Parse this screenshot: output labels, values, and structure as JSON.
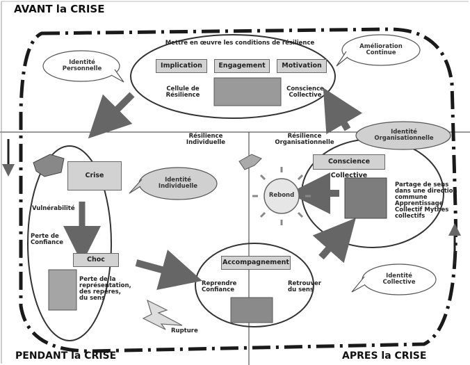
{
  "sections": {
    "before": "AVANT la CRISE",
    "during": "PENDANT la CRISE",
    "after": "APRES la CRISE"
  },
  "top": {
    "heading": "Mettre en œuvre les conditions de résilience",
    "buttons": [
      "Implication",
      "Engagement",
      "Motivation"
    ],
    "cellule": "Cellule de Résilience",
    "conscience": "Conscience Collective"
  },
  "bubbles": {
    "identite_personnelle": "Identité Personnelle",
    "amelioration": "Amélioration Continue",
    "identite_individuelle": "Identité Individuelle",
    "identite_organisationnelle": "Identité Organisationnelle",
    "identite_collective": "Identité Collective"
  },
  "middle": {
    "resilience_individuelle": "Résilience Individuelle",
    "resilience_organisationnelle": "Résilience Organisationnelle"
  },
  "left": {
    "crise": "Crise",
    "vulnerabilite": "Vulnérabilité",
    "perte_confiance": "Perte de Confiance",
    "choc": "Choc",
    "perte_representation": "Perte de la représentation, des repères, du sens",
    "rupture": "Rupture"
  },
  "bottom": {
    "accompagnement": "Accompagnement",
    "reprendre": "Reprendre Confiance",
    "retrouver": "Retrouver du sens"
  },
  "right": {
    "conscience_collective": "Conscience Collective",
    "rebond": "Rebond",
    "partage": "Partage de sens dans une direction commune Apprentissage Collectif Mythes collectifs"
  }
}
